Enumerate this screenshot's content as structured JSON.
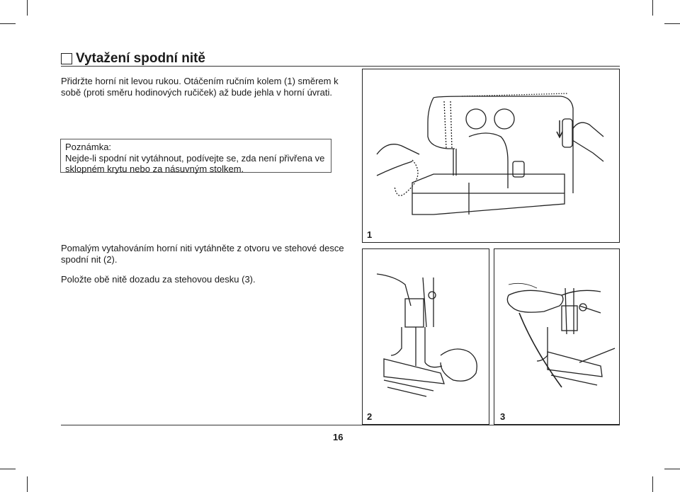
{
  "section": {
    "title": "Vytažení spodní nitě"
  },
  "paragraphs": [
    "Přidržte horní nit levou rukou. Otáčením ručním kolem (1) směrem k",
    "sobě (proti směru hodinových ručiček) až bude jehla v horní úvrati.",
    "Pomalým vytahováním horní niti vytáhněte z otvoru ve stehové desce",
    "spodní nit (2).",
    "Položte obě nitě dozadu za stehovou desku (3)."
  ],
  "note": {
    "heading": "Poznámka:",
    "lines": [
      "Nejde-li spodní nit vytáhnout, podívejte se, zda není přivřena ve",
      "sklopném krytu nebo za násuvným stolkem."
    ]
  },
  "figures": [
    {
      "label": "1",
      "icon": "sewing-machine-handwheel-icon"
    },
    {
      "label": "2",
      "icon": "presser-foot-thread-pull-icon"
    },
    {
      "label": "3",
      "icon": "threads-back-icon"
    }
  ],
  "page_number": "16"
}
